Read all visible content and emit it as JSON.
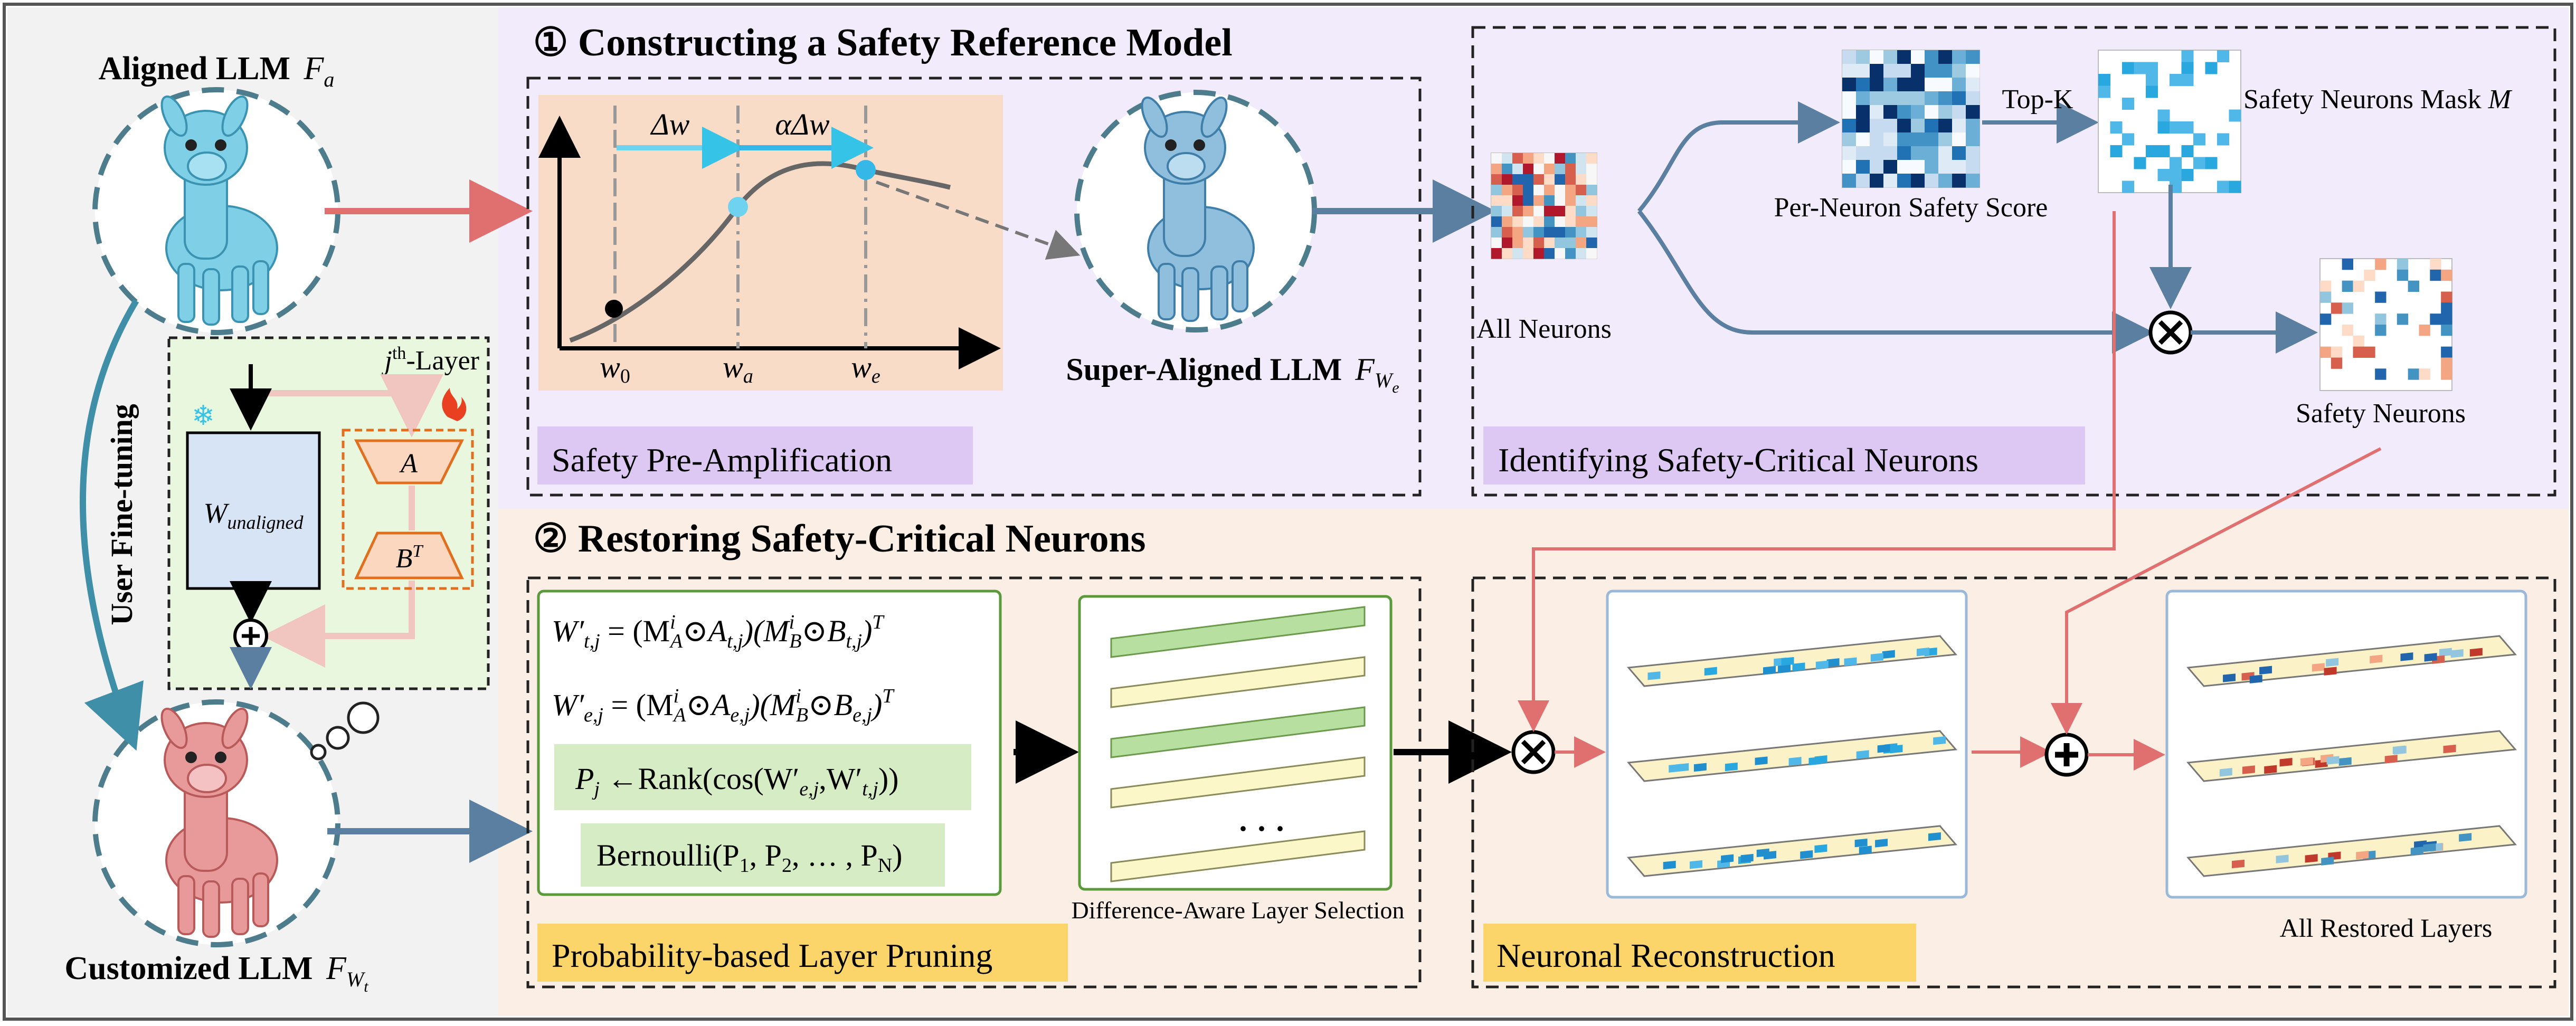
{
  "left_panel": {
    "aligned_title": "Aligned LLM",
    "aligned_symbol": "F",
    "aligned_sub": "a",
    "customized_title": "Customized LLM",
    "customized_symbol": "F",
    "customized_sub1": "W",
    "customized_sub2": "t",
    "user_finetuning": "User Fine-tuning",
    "layer_label_j": "j",
    "layer_label_th": "th",
    "layer_label_rest": "-Layer",
    "w_unaligned_W": "W",
    "w_unaligned_sub": "unaligned",
    "a_label": "A",
    "bt_label": "B",
    "bt_sup": "T"
  },
  "section1": {
    "num": "①",
    "title": "Constructing a Safety Reference Model",
    "pre_amp_label": "Safety Pre-Amplification",
    "delta_w": "Δw",
    "alpha_delta_w": "αΔw",
    "w0": "w",
    "w0_sub": "0",
    "wa": "w",
    "wa_sub": "a",
    "we": "w",
    "we_sub": "e",
    "super_aligned": "Super-Aligned LLM",
    "super_symbol": "F",
    "super_sub1": "W",
    "super_sub2": "e",
    "identify_label": "Identifying Safety-Critical Neurons",
    "all_neurons": "All Neurons",
    "per_neuron_score": "Per-Neuron Safety Score",
    "topk": "Top-K",
    "mask_label": "Safety Neurons Mask",
    "mask_symbol": "M",
    "safety_neurons": "Safety Neurons"
  },
  "section2": {
    "num": "②",
    "title": "Restoring Safety-Critical Neurons",
    "eq1": {
      "lhs": "W′",
      "lhs_sub": "t,j",
      "rhs": " = (M",
      "a_sup": "i",
      "a_sub": "A",
      "mid1": "⊙A",
      "mid1_sub": "t,j",
      "mid2": ")(M",
      "b_sup": "i",
      "b_sub": "B",
      "mid3": "⊙B",
      "mid3_sub": "t,j",
      "end": ")",
      "end_sup": "T"
    },
    "eq2": {
      "lhs": "W′",
      "lhs_sub": "e,j",
      "rhs": " = (M",
      "a_sup": "i",
      "a_sub": "A",
      "mid1": "⊙A",
      "mid1_sub": "e,j",
      "mid2": ")(M",
      "b_sup": "i",
      "b_sub": "B",
      "mid3": "⊙B",
      "mid3_sub": "e,j",
      "end": ")",
      "end_sup": "T"
    },
    "eq3": {
      "p": "P",
      "p_sub": "j",
      "arrow": " ←Rank(cos(W′",
      "s1": "e,j",
      "comma": ",W′",
      "s2": "t,j",
      "end": "))"
    },
    "eq4": {
      "text": "Bernoulli(P",
      "s1": "1",
      "c1": ", P",
      "s2": "2",
      "c2": ", … , P",
      "s3": "N",
      "end": ")"
    },
    "diff_aware": "Difference-Aware Layer Selection",
    "dots": "· · ·",
    "pruning_label": "Probability-based Layer Pruning",
    "reconstruction_label": "Neuronal Reconstruction",
    "all_restored": "All Restored Layers"
  },
  "colors": {
    "purple_bg": "#f2ebfb",
    "purple_tag": "#dcc8f2",
    "orange_bg": "#fbeee4",
    "yellow_tag": "#fbd56a",
    "green_bg": "#e9f7df",
    "green_box": "#d5ecc4",
    "left_bg": "#f2f2f2",
    "red_arrow": "#e07070",
    "blue_arrow": "#5a7fa0"
  }
}
